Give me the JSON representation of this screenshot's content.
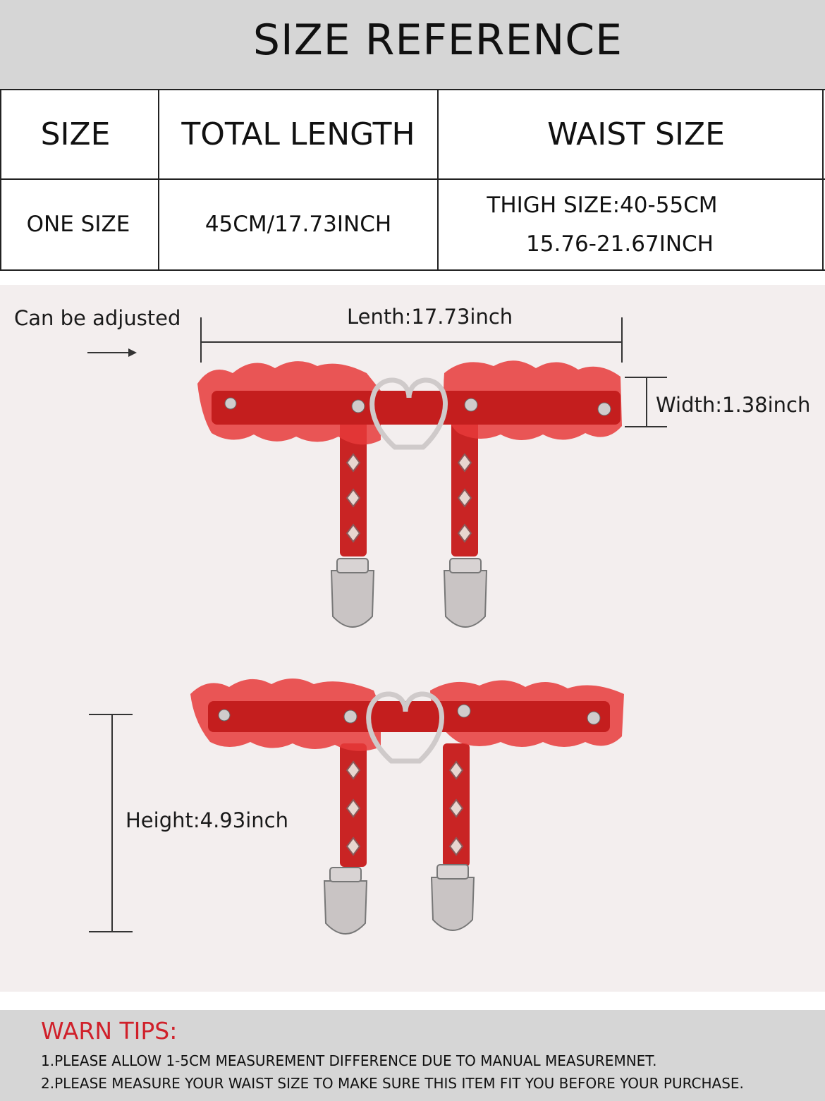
{
  "header": {
    "title": "SIZE REFERENCE"
  },
  "table": {
    "headers": [
      "SIZE",
      "TOTAL LENGTH",
      "WAIST SIZE"
    ],
    "row": {
      "size": "ONE SIZE",
      "total_length": "45CM/17.73INCH",
      "waist_line1": "THIGH SIZE:40-55CM",
      "waist_line2": "15.76-21.67INCH"
    }
  },
  "annotations": {
    "adjusted": "Can be adjusted",
    "length": "Lenth:17.73inch",
    "width": "Width:1.38inch",
    "height": "Height:4.93inch"
  },
  "warn": {
    "title": "WARN TIPS:",
    "tips": [
      "1.PLEASE ALLOW 1-5CM MEASUREMENT DIFFERENCE DUE TO MANUAL MEASUREMNET.",
      "2.PLEASE MEASURE YOUR WAIST SIZE TO MAKE SURE THIS ITEM FIT YOU BEFORE YOUR PURCHASE."
    ]
  },
  "colors": {
    "accent_red": "#d0202a",
    "garter_red": "#d42a2a",
    "band_gray": "#d6d6d6"
  }
}
